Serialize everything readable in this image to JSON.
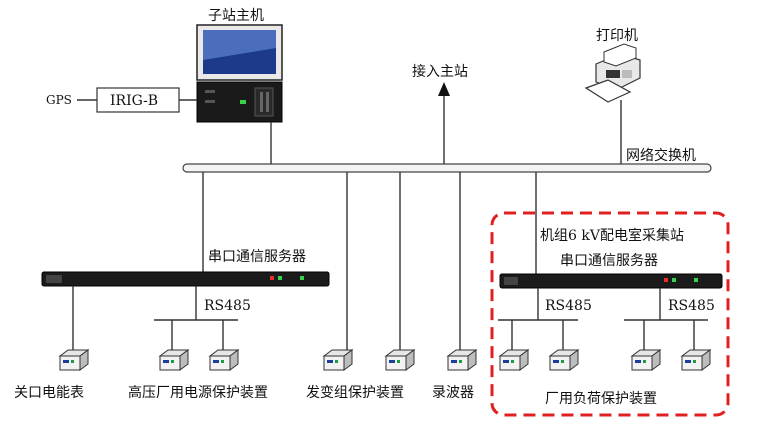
{
  "labels": {
    "substation_host": "子站主机",
    "printer": "打印机",
    "gps": "GPS",
    "irig": "IRIG-B",
    "to_master": "接入主站",
    "network_switch": "网络交换机",
    "serial_server_left": "串口通信服务器",
    "serial_server_right_1": "机组6 kV配电室采集站",
    "serial_server_right_2": "串口通信服务器",
    "rs485_left": "RS485",
    "rs485_right_a": "RS485",
    "rs485_right_b": "RS485",
    "meter": "关口电能表",
    "hv_power_protection": "高压厂用电源保护装置",
    "generator_protection": "发变组保护装置",
    "recorder": "录波器",
    "aux_load_protection": "厂用负荷保护装置"
  },
  "colors": {
    "line": "#333333",
    "highlight_border": "#e02020"
  },
  "icons": {
    "computer": "computer-icon",
    "printer": "printer-icon",
    "device": "device-icon"
  }
}
